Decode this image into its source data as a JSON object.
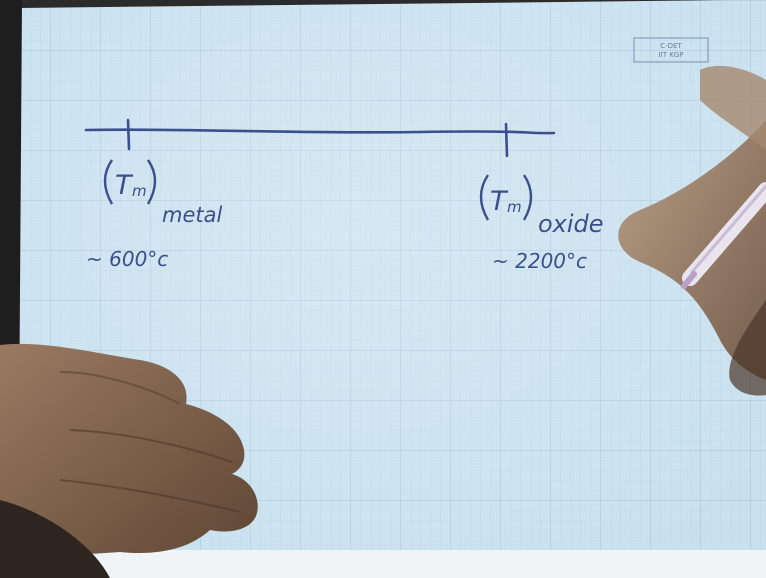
{
  "scene": {
    "description_free": true,
    "colors": {
      "paper": "#c8e0ee",
      "grid": "#a8c6dc",
      "ink": "#3a4f8a",
      "background": "#2a2a2a",
      "skin": "#8a6a52"
    }
  },
  "stamp": {
    "line1": "C-DET",
    "line2": "IIT KGP"
  },
  "notes": {
    "left_label_main": "T",
    "left_label_sub": "m",
    "left_label_suffix": "metal",
    "left_value": "~ 600°c",
    "right_label_main": "T",
    "right_label_sub": "m",
    "right_label_suffix": "oxide",
    "right_value": "~ 2200°c"
  }
}
